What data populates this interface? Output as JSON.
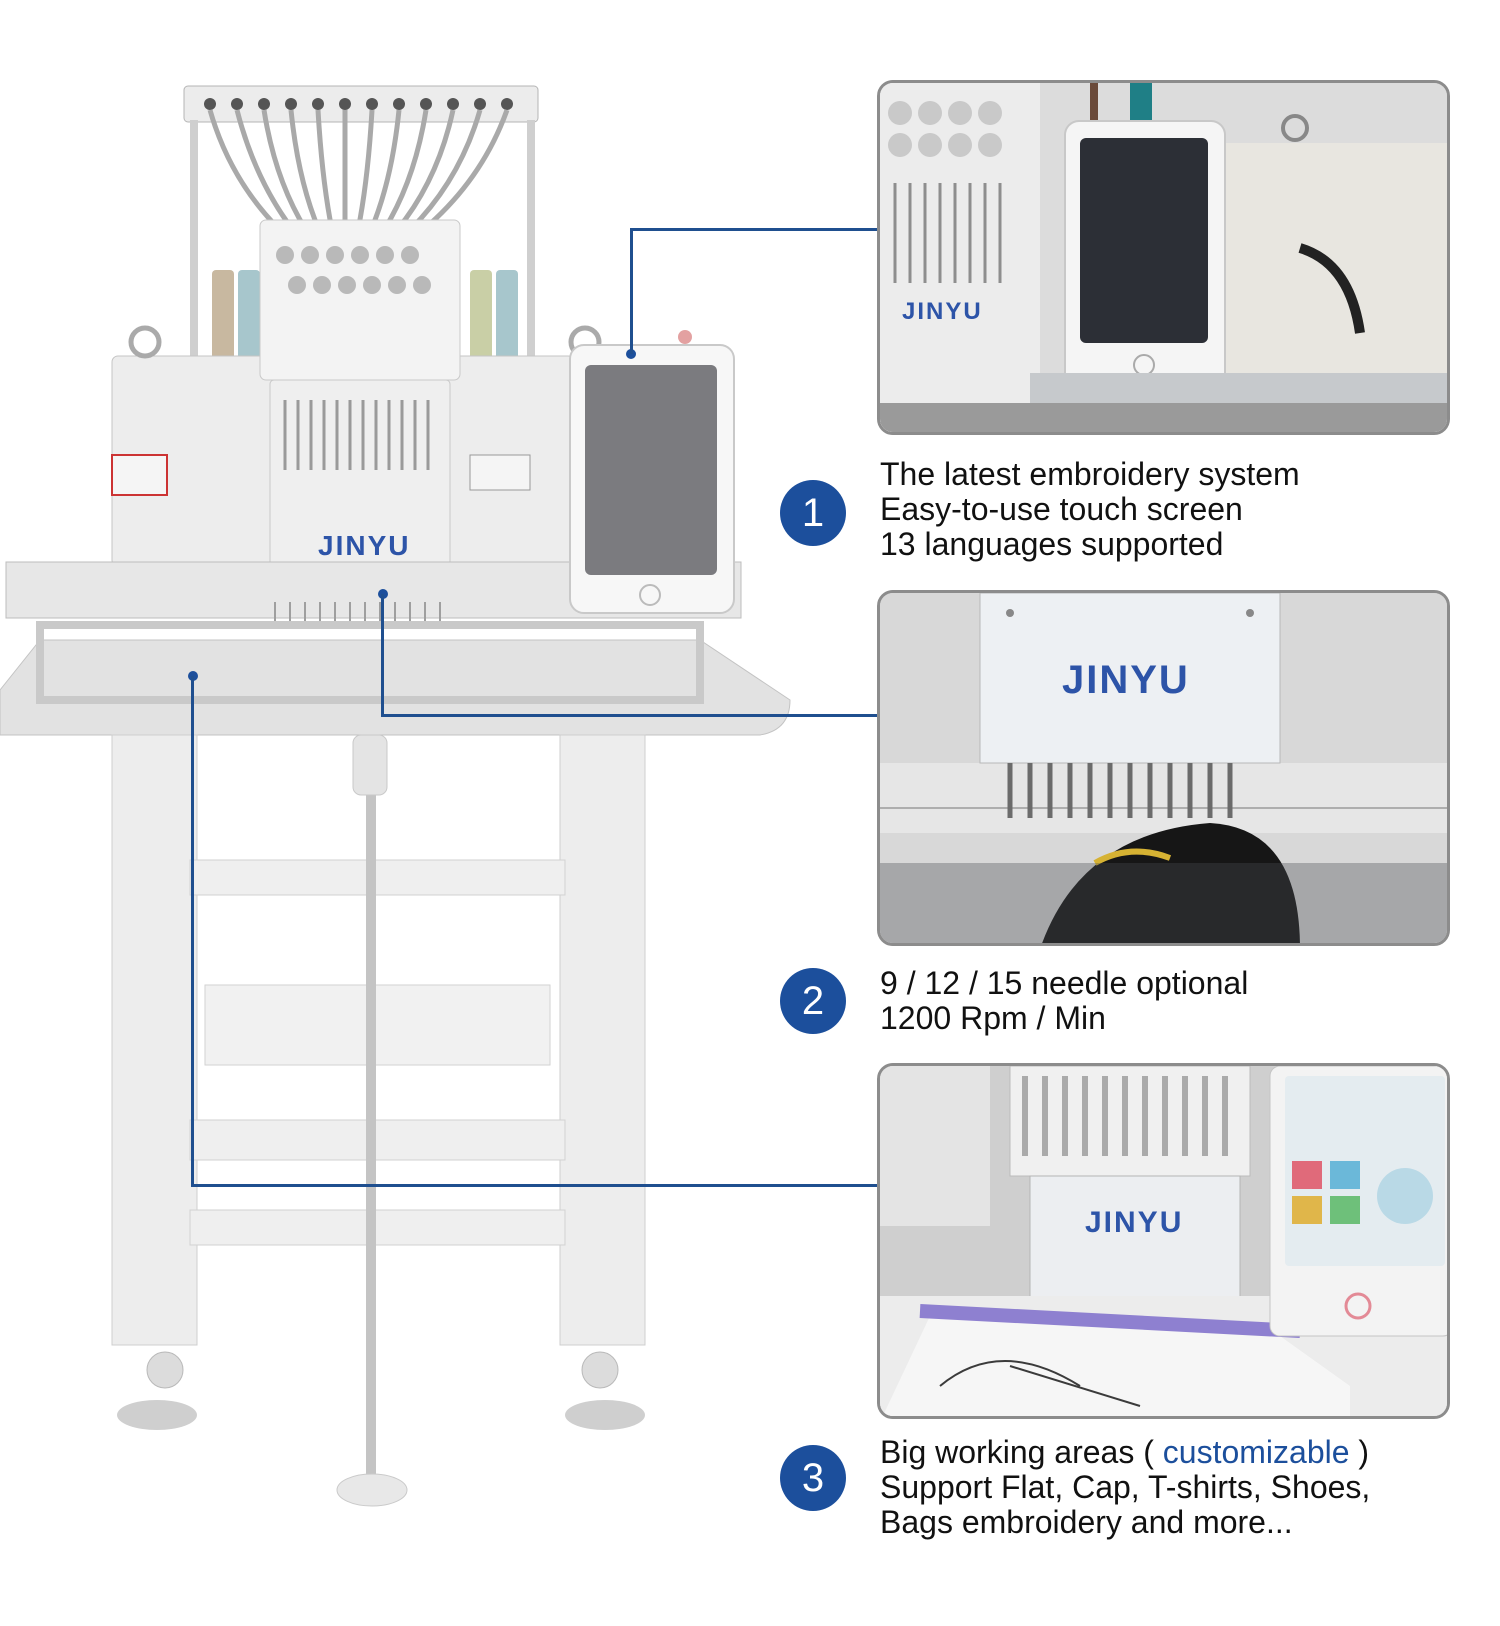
{
  "brand": {
    "logo_text": "JINYU"
  },
  "features": [
    {
      "number": "1",
      "lines": [
        "The latest embroidery system",
        "Easy-to-use touch screen",
        "13 languages supported"
      ]
    },
    {
      "number": "2",
      "lines": [
        "9 / 12 / 15 needle optional",
        "1200 Rpm / Min"
      ]
    },
    {
      "number": "3",
      "line1_before": "Big working areas ( ",
      "line1_highlight": "customizable",
      "line1_after": " )",
      "lines": [
        "Support Flat, Cap, T-shirts, Shoes,",
        "Bags embroidery and more..."
      ]
    }
  ],
  "colors": {
    "badge": "#1c4f9c",
    "highlight": "#1c4f9c",
    "connector": "#1f4f8f",
    "panel_border": "#8c8c8c"
  }
}
